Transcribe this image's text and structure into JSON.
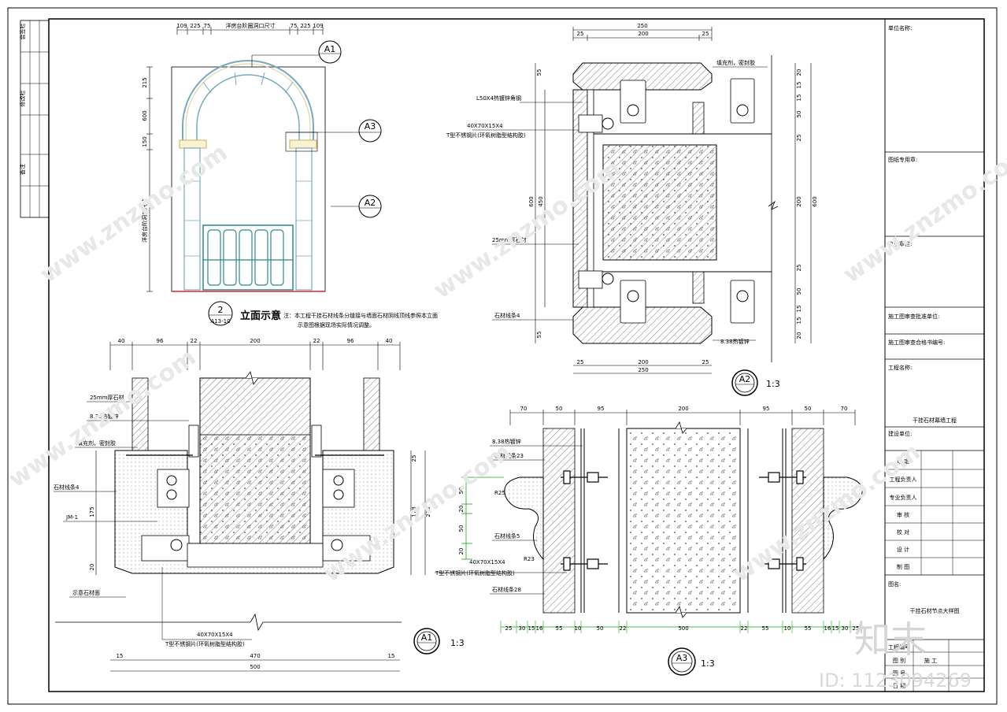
{
  "watermark": {
    "site": "www.znzmo.com",
    "brand": "知末",
    "id": "ID: 1123094269"
  },
  "elevation": {
    "top_dims": [
      "109",
      "225",
      "75",
      "75",
      "225",
      "109"
    ],
    "top_label": "洋房台阶圈洞口尺寸",
    "left_dims": [
      "215",
      "600",
      "150"
    ],
    "left_label": "洋房台阶洞口尺寸",
    "callouts": [
      "A1",
      "A3",
      "A2"
    ],
    "title_num": "2",
    "title_ref": "A13-10",
    "title": "立面示意",
    "note_line1": "注：本工程干挂石材线条分缝接与墙面石材阴线顶线参照本立面",
    "note_line2": "示意图根据现场实际情况调整。"
  },
  "detail_a2": {
    "top_dims": [
      "250",
      "25",
      "200",
      "25"
    ],
    "bottom_dims": [
      "25",
      "200",
      "25",
      "250"
    ],
    "left_dims": [
      "55",
      "600",
      "450",
      "55"
    ],
    "right_dims": [
      "20",
      "15",
      "15",
      "50",
      "25",
      "200",
      "600",
      "25",
      "50",
      "15",
      "15",
      "20"
    ],
    "labels": [
      "L50X4热镀锌角钢",
      "40X70X15X4",
      "T型不锈钢片(环氧树脂型结构胶)",
      "25mm厚石材",
      "石材线条4",
      "填充剂，密封胶",
      "8.38热镀锌"
    ],
    "ref": "A2",
    "scale": "1:3"
  },
  "detail_a1": {
    "top_dims": [
      "40",
      "96",
      "22",
      "200",
      "22",
      "96",
      "40"
    ],
    "right_dims": [
      "25",
      "178",
      "225"
    ],
    "left_dims": [
      "175",
      "20"
    ],
    "bottom_dims": [
      "15",
      "470",
      "15",
      "500"
    ],
    "labels": [
      "25mm厚石材",
      "8.38热镀锌",
      "填充剂，密封胶",
      "石材线条4",
      "JM-1",
      "示意石材面",
      "40X70X15X4",
      "T型不锈钢片(环氧树脂型结构胶)"
    ],
    "ref": "A1",
    "scale": "1:3"
  },
  "detail_a3": {
    "top_dims": [
      "70",
      "50",
      "95",
      "200",
      "95",
      "50",
      "70"
    ],
    "left_dims": [
      "50",
      "20",
      "50",
      "20"
    ],
    "bottom_dims": [
      "25",
      "30",
      "15",
      "16",
      "55",
      "10",
      "50",
      "22",
      "500",
      "22",
      "55",
      "10",
      "55",
      "16",
      "15",
      "30",
      "25"
    ],
    "labels": [
      "8.38热镀锌",
      "石材线条23",
      "R25",
      "石材线条5",
      "石材线条28",
      "40X70X15X4",
      "T型不锈钢片(环氧树脂型结构胶)",
      "R23"
    ],
    "ref": "A3",
    "scale": "1:3"
  },
  "title_block": {
    "unit": "单位名称:",
    "stamp": "图纸专用章:",
    "qual": "执业章栏:",
    "review1": "施工图审查批准单位:",
    "review2": "施工图审查合格书编号:",
    "project": "工程名称:",
    "project_name": "干挂石材幕墙工程",
    "owner": "建设单位:",
    "roles": [
      "审 定",
      "工程负责人",
      "专业负责人",
      "审 核",
      "校 对",
      "设 计",
      "制 图"
    ],
    "drawing_name_label": "图名:",
    "drawing_name": "干挂石材节点大样图",
    "footer": [
      "工程编号",
      "图 别",
      "施 工",
      "图 号",
      "日 期"
    ]
  },
  "left_strip": [
    "会签栏",
    "修改栏",
    "备注"
  ]
}
